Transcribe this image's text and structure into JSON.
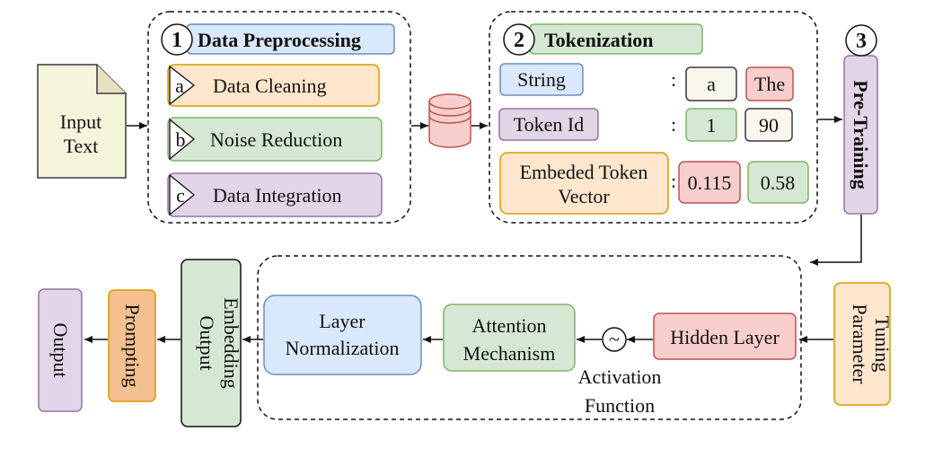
{
  "input": {
    "label_line1": "Input",
    "label_line2": "Text"
  },
  "preprocessing": {
    "number": "1",
    "title": "Data Preprocessing",
    "steps": [
      {
        "letter": "a",
        "label": "Data Cleaning"
      },
      {
        "letter": "b",
        "label": "Noise Reduction"
      },
      {
        "letter": "c",
        "label": "Data Integration"
      }
    ]
  },
  "tokenization": {
    "number": "2",
    "title": "Tokenization",
    "rows": [
      {
        "label": "String",
        "colon": ":",
        "values": [
          "a",
          "The"
        ]
      },
      {
        "label": "Token Id",
        "colon": ":",
        "values": [
          "1",
          "90"
        ]
      },
      {
        "label_line1": "Embeded Token",
        "label_line2": "Vector",
        "colon": ":",
        "values": [
          "0.115",
          "0.58"
        ]
      }
    ]
  },
  "pretraining": {
    "number": "3",
    "label": "Pre-Training"
  },
  "tuning": {
    "label_line1": "Parameter",
    "label_line2": "Tuning"
  },
  "hidden_layer": {
    "label": "Hidden Layer"
  },
  "activation": {
    "symbol": "~",
    "label_line1": "Activation",
    "label_line2": "Function"
  },
  "attention": {
    "label_line1": "Attention",
    "label_line2": "Mechanism"
  },
  "layer_norm": {
    "label_line1": "Layer",
    "label_line2": "Normalization"
  },
  "output_embedding": {
    "label_line1": "Output",
    "label_line2": "Embedding"
  },
  "prompting": {
    "label": "Prompting"
  },
  "output": {
    "label": "Output"
  },
  "colors": {
    "blue_fill": "#dae8fc",
    "blue_stroke": "#6c8ebf",
    "green_fill": "#d5e8d4",
    "green_stroke": "#82b366",
    "orange_fill": "#ffe6cc",
    "orange_stroke": "#d79b00",
    "purple_fill": "#e1d5e7",
    "purple_stroke": "#9673a6",
    "red_fill": "#f8cecc",
    "red_stroke": "#b85450",
    "neutral_fill": "#f9f7ed",
    "neutral_stroke": "#36393d",
    "doc_fill": "#f5f5dc"
  }
}
